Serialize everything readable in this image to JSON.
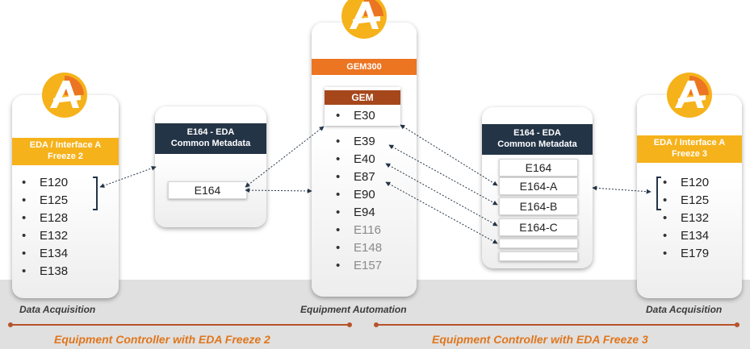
{
  "left_card": {
    "header": [
      "EDA / Interface A",
      "Freeze 2"
    ],
    "items": [
      "E120",
      "E125",
      "E128",
      "E132",
      "E134",
      "E138"
    ]
  },
  "meta_left": {
    "header": [
      "E164 - EDA",
      "Common Metadata"
    ],
    "box": "E164"
  },
  "center_card": {
    "header": "GEM300",
    "gem_header": "GEM",
    "gem_item": "E30",
    "items": [
      "E39",
      "E40",
      "E87",
      "E90",
      "E94"
    ],
    "muted_items": [
      "E116",
      "E148",
      "E157"
    ]
  },
  "meta_right": {
    "header": [
      "E164 - EDA",
      "Common Metadata"
    ],
    "boxes": [
      "E164",
      "E164-A",
      "E164-B",
      "E164-C",
      "",
      ""
    ]
  },
  "right_card": {
    "header": [
      "EDA / Interface A",
      "Freeze 3"
    ],
    "items": [
      "E120",
      "E125",
      "E132",
      "E134",
      "E179"
    ]
  },
  "footer": {
    "left_label": "Data Acquisition",
    "center_label": "Equipment Automation",
    "right_label": "Data Acquisition",
    "left_controller": "Equipment Controller with EDA Freeze 2",
    "right_controller": "Equipment Controller with EDA Freeze 3"
  },
  "colors": {
    "yellow": "#f6b21b",
    "orange": "#ec7522",
    "brown": "#a5471b",
    "navy": "#243447",
    "accent": "#e0761c"
  },
  "icons": [
    "cimetrix-logo"
  ]
}
